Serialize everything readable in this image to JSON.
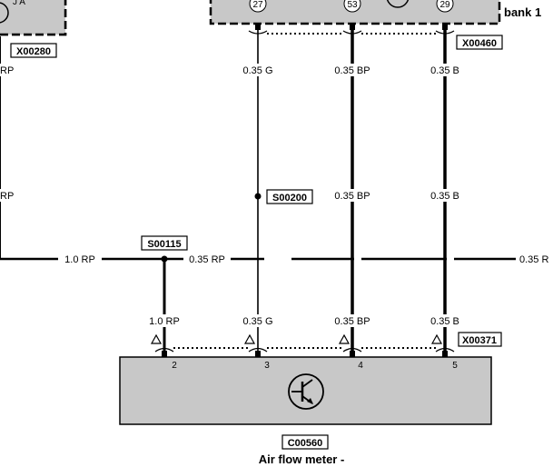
{
  "top_left_partial_label": "J A",
  "bank_label": "bank 1",
  "connectors": {
    "x00280": "X00280",
    "x00460": "X00460",
    "s00200": "S00200",
    "s00115": "S00115",
    "x00371": "X00371",
    "c00560": "C00560"
  },
  "ecu_pins": [
    "27",
    "53",
    "29"
  ],
  "wire_labels": {
    "left_top": "RP",
    "left_mid": "RP",
    "g_top": "0.35 G",
    "bp_top": "0.35 BP",
    "b_top": "0.35 B",
    "bp_mid": "0.35 BP",
    "b_mid": "0.35 B",
    "h_left": "1.0 RP",
    "h_mid": "0.35 RP",
    "h_right": "0.35 R",
    "s115_down": "1.0 RP",
    "g_bottom": "0.35 G",
    "bp_bottom": "0.35 BP",
    "b_bottom": "0.35 B"
  },
  "meter_pins": [
    "2",
    "3",
    "4",
    "5"
  ],
  "component_title": "Air flow meter -",
  "colors": {
    "component_fill": "#c8c8c8",
    "ink": "#000000"
  }
}
